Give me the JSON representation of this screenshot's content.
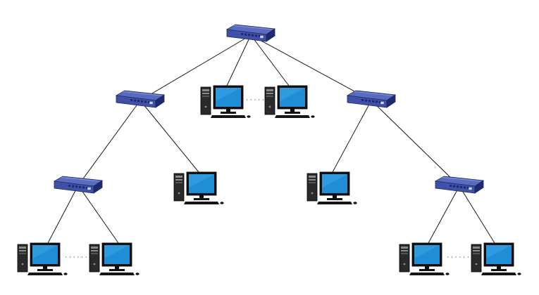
{
  "diagram": {
    "kind": "tree-network-topology",
    "colors": {
      "background": "#ffffff",
      "link": "#1a1a1a",
      "switch_body": "#3f51a6",
      "switch_top": "#5a6cc0",
      "switch_dark": "#1e2a6b",
      "screen": "#1f8ed6",
      "screen_light": "#4fb3ee",
      "tower": "#2a2a2a",
      "tower_light": "#8a8a8a",
      "keyboard": "#151515",
      "ellipsis": "#333333"
    },
    "switches": [
      {
        "id": "sw-root"
      },
      {
        "id": "sw-left"
      },
      {
        "id": "sw-right"
      },
      {
        "id": "sw-left-left"
      },
      {
        "id": "sw-right-right"
      }
    ],
    "computers": [
      {
        "id": "pc-root-1"
      },
      {
        "id": "pc-root-2"
      },
      {
        "id": "pc-left-1"
      },
      {
        "id": "pc-right-1"
      },
      {
        "id": "pc-ll-1"
      },
      {
        "id": "pc-ll-2"
      },
      {
        "id": "pc-rr-1"
      },
      {
        "id": "pc-rr-2"
      }
    ],
    "links": [
      {
        "from": "sw-root",
        "to": "sw-left"
      },
      {
        "from": "sw-root",
        "to": "sw-right"
      },
      {
        "from": "sw-root",
        "to": "pc-root-1"
      },
      {
        "from": "sw-root",
        "to": "pc-root-2"
      },
      {
        "from": "sw-left",
        "to": "sw-left-left"
      },
      {
        "from": "sw-left",
        "to": "pc-left-1"
      },
      {
        "from": "sw-right",
        "to": "pc-right-1"
      },
      {
        "from": "sw-right",
        "to": "sw-right-right"
      },
      {
        "from": "sw-left-left",
        "to": "pc-ll-1"
      },
      {
        "from": "sw-left-left",
        "to": "pc-ll-2"
      },
      {
        "from": "sw-right-right",
        "to": "pc-rr-1"
      },
      {
        "from": "sw-right-right",
        "to": "pc-rr-2"
      }
    ],
    "ellipses": [
      {
        "between": [
          "pc-root-1",
          "pc-root-2"
        ],
        "text": "· · · · ·"
      },
      {
        "between": [
          "pc-ll-1",
          "pc-ll-2"
        ],
        "text": "· · · · · ·"
      },
      {
        "between": [
          "pc-rr-1",
          "pc-rr-2"
        ],
        "text": "· · · · · ·"
      }
    ]
  }
}
